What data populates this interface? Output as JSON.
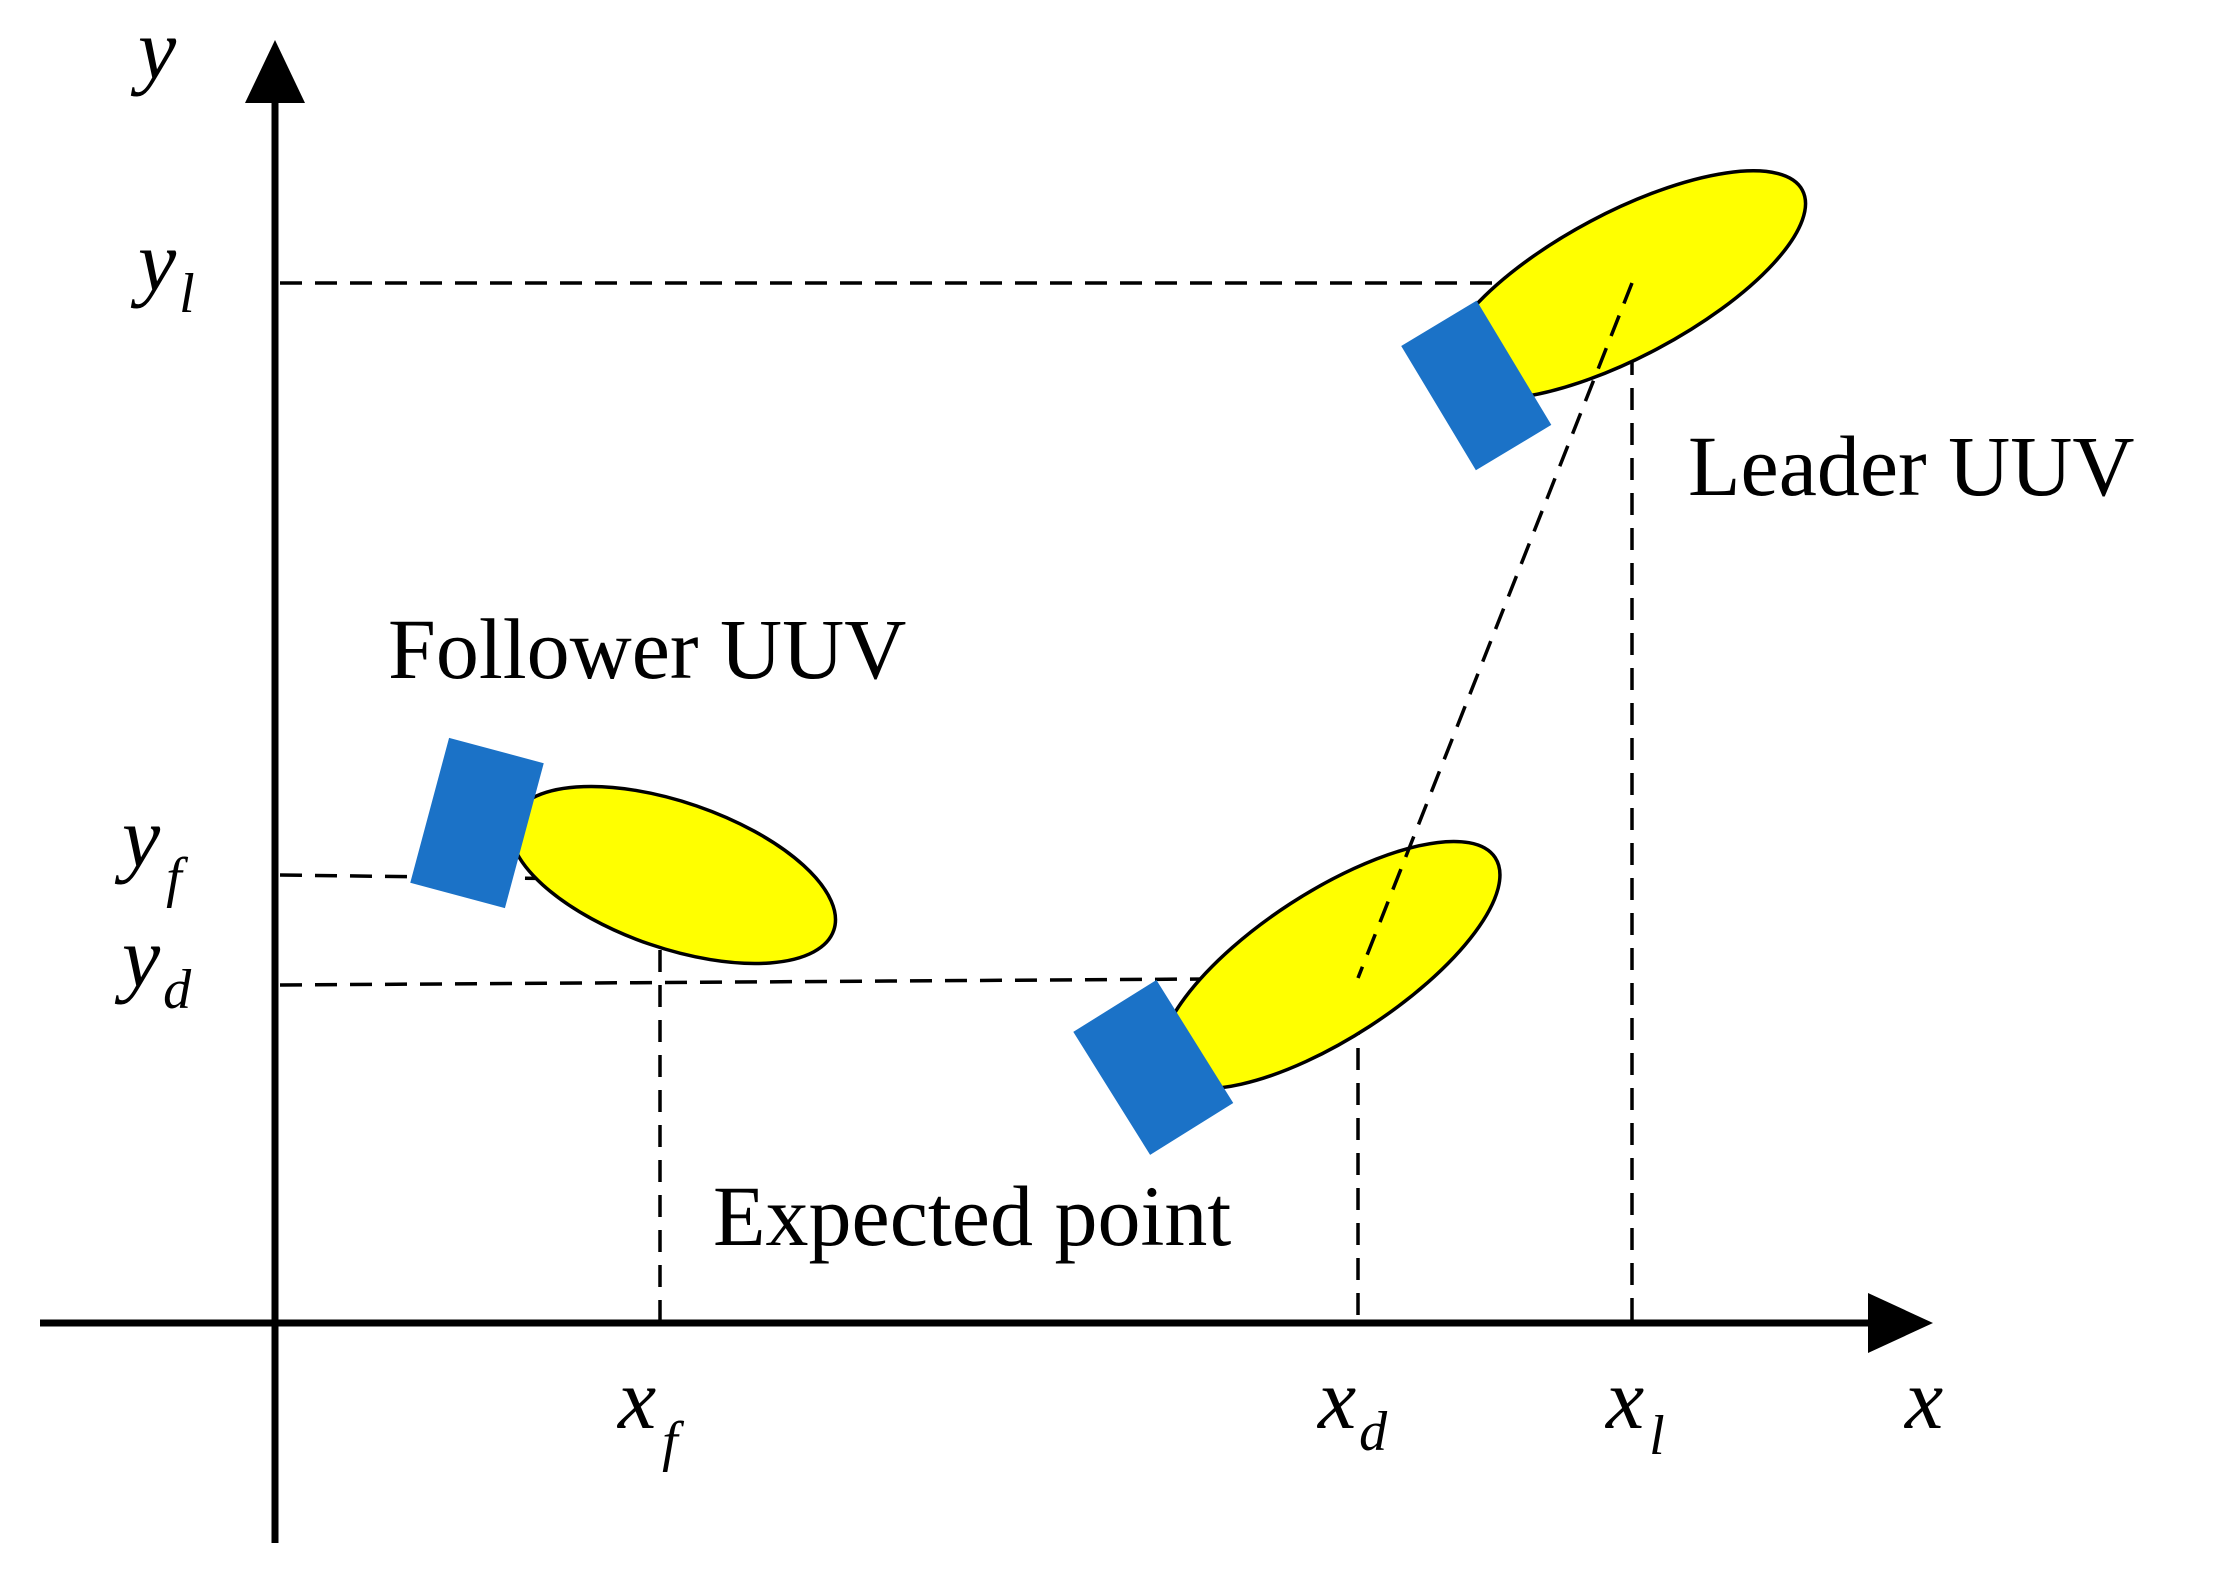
{
  "axes": {
    "x_label": "x",
    "y_label": "y"
  },
  "labels": {
    "leader": "Leader UUV",
    "follower": "Follower UUV",
    "expected": "Expected point"
  },
  "ticks": {
    "x": [
      {
        "base": "x",
        "sub": "f"
      },
      {
        "base": "x",
        "sub": "d"
      },
      {
        "base": "x",
        "sub": "l"
      }
    ],
    "y": [
      {
        "base": "y",
        "sub": "l"
      },
      {
        "base": "y",
        "sub": "f"
      },
      {
        "base": "y",
        "sub": "d"
      }
    ]
  },
  "colors": {
    "hull": "#ffff00",
    "propeller": "#1b72c7",
    "line": "#000000"
  }
}
